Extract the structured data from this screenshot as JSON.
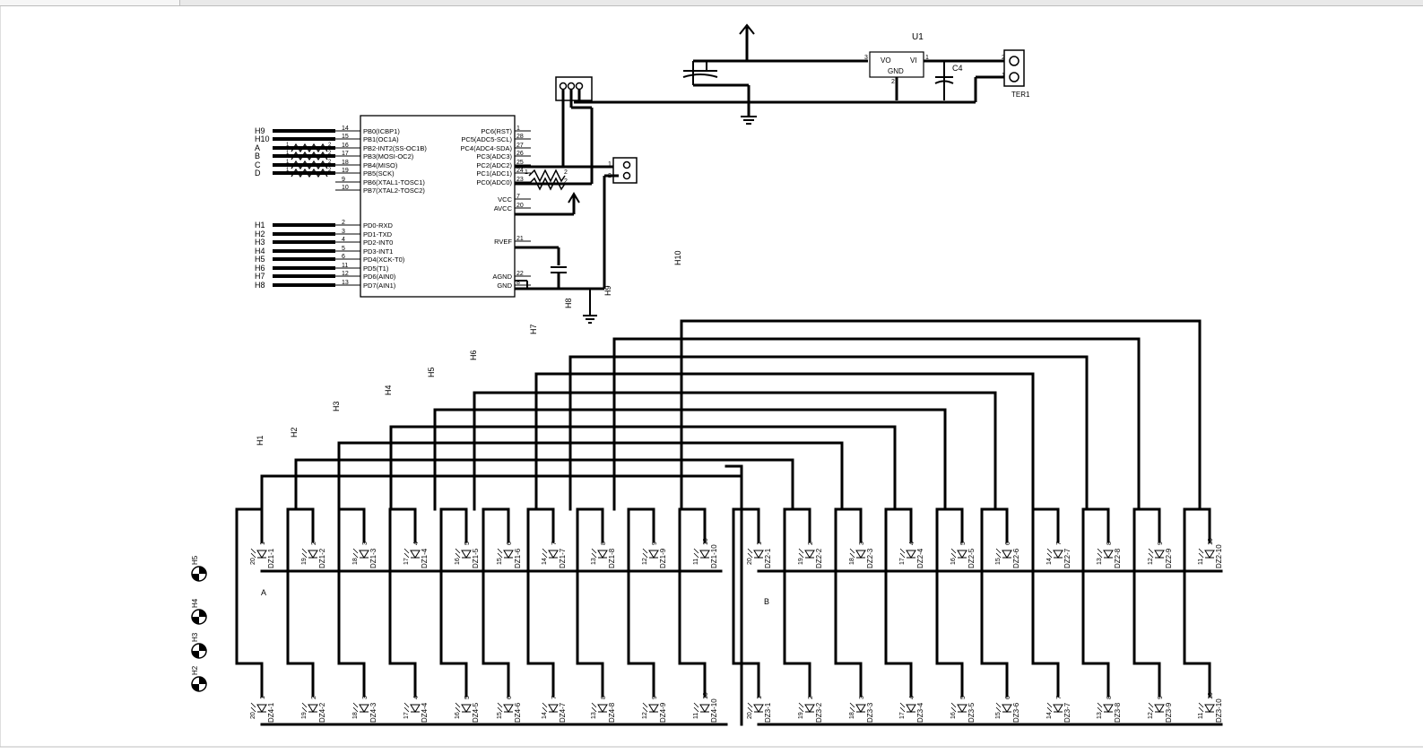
{
  "window": {
    "title_tab": ""
  },
  "mcu": {
    "left_pins": [
      {
        "num": "14",
        "name": "PB0(ICBP1)",
        "net": "H9"
      },
      {
        "num": "15",
        "name": "PB1(OC1A)",
        "net": "H10"
      },
      {
        "num": "16",
        "name": "PB2-INT2(SS-OC1B)",
        "net": "A"
      },
      {
        "num": "17",
        "name": "PB3(MOSI-OC2)",
        "net": "B"
      },
      {
        "num": "18",
        "name": "PB4(MISO)",
        "net": "C"
      },
      {
        "num": "19",
        "name": "PB5(SCK)",
        "net": "D"
      },
      {
        "num": "9",
        "name": "PB6(XTAL1-TOSC1)",
        "net": ""
      },
      {
        "num": "10",
        "name": "PB7(XTAL2-TOSC2)",
        "net": ""
      },
      {
        "num": "2",
        "name": "PD0-RXD",
        "net": "H1"
      },
      {
        "num": "3",
        "name": "PD1-TXD",
        "net": "H2"
      },
      {
        "num": "4",
        "name": "PD2-INT0",
        "net": "H3"
      },
      {
        "num": "5",
        "name": "PD3-INT1",
        "net": "H4"
      },
      {
        "num": "6",
        "name": "PD4(XCK-T0)",
        "net": "H5"
      },
      {
        "num": "11",
        "name": "PD5(T1)",
        "net": "H6"
      },
      {
        "num": "12",
        "name": "PD6(AIN0)",
        "net": "H7"
      },
      {
        "num": "13",
        "name": "PD7(AIN1)",
        "net": "H8"
      }
    ],
    "right_pins": [
      {
        "num": "1",
        "name": "PC6(RST)"
      },
      {
        "num": "28",
        "name": "PC5(ADC5-SCL)"
      },
      {
        "num": "27",
        "name": "PC4(ADC4-SDA)"
      },
      {
        "num": "26",
        "name": "PC3(ADC3)"
      },
      {
        "num": "25",
        "name": "PC2(ADC2)"
      },
      {
        "num": "24",
        "name": "PC1(ADC1)"
      },
      {
        "num": "23",
        "name": "PC0(ADC0)"
      },
      {
        "num": "7",
        "name": "VCC"
      },
      {
        "num": "20",
        "name": "AVCC"
      },
      {
        "num": "21",
        "name": "RVEF"
      },
      {
        "num": "22",
        "name": "AGND"
      },
      {
        "num": "8",
        "name": "GND"
      }
    ]
  },
  "regulator": {
    "ref": "U1",
    "vo": "VO",
    "vi": "VI",
    "gnd": "GND",
    "pin_vo": "3",
    "pin_vi": "1",
    "pin_gnd": "2"
  },
  "capacitor": {
    "ref": "C4"
  },
  "terminal": {
    "ref": "TER1",
    "pin_top": "2",
    "pin_bottom": "1"
  },
  "header_pins": [
    "1",
    "2"
  ],
  "resistor_pins": {
    "a": "1",
    "b": "2"
  },
  "net_labels": [
    "H1",
    "H2",
    "H3",
    "H4",
    "H5",
    "H6",
    "H7",
    "H8",
    "H9",
    "H10"
  ],
  "group_labels": {
    "a": "A",
    "b": "B"
  },
  "led_rows": [
    {
      "row": "top",
      "left": "DZ1",
      "right": "DZ2"
    },
    {
      "row": "bottom",
      "left": "DZ4",
      "right": "DZ3"
    }
  ],
  "led_refs": {
    "DZ1": [
      "DZ1-1",
      "DZ1-2",
      "DZ1-3",
      "DZ1-4",
      "DZ1-5",
      "DZ1-6",
      "DZ1-7",
      "DZ1-8",
      "DZ1-9",
      "DZ1-10"
    ],
    "DZ2": [
      "DZ2-1",
      "DZ2-2",
      "DZ2-3",
      "DZ2-4",
      "DZ2-5",
      "DZ2-6",
      "DZ2-7",
      "DZ2-8",
      "DZ2-9",
      "DZ2-10"
    ],
    "DZ3": [
      "DZ3-1",
      "DZ3-2",
      "DZ3-3",
      "DZ3-4",
      "DZ3-5",
      "DZ3-6",
      "DZ3-7",
      "DZ3-8",
      "DZ3-9",
      "DZ3-10"
    ],
    "DZ4": [
      "DZ4-1",
      "DZ4-2",
      "DZ4-3",
      "DZ4-4",
      "DZ4-5",
      "DZ4-6",
      "DZ4-7",
      "DZ4-8",
      "DZ4-9",
      "DZ4-10"
    ]
  },
  "led_pin_top": [
    "1",
    "2",
    "3",
    "4",
    "5",
    "6",
    "7",
    "8",
    "9",
    "10"
  ],
  "led_pin_bottom": [
    "20",
    "19",
    "18",
    "17",
    "16",
    "15",
    "14",
    "13",
    "12",
    "11"
  ],
  "mount_holes": [
    "H5",
    "H4",
    "H3",
    "H2"
  ],
  "colors": {
    "wire": "#000000",
    "background": "#ffffff",
    "chrome": "#e9e9e9"
  }
}
